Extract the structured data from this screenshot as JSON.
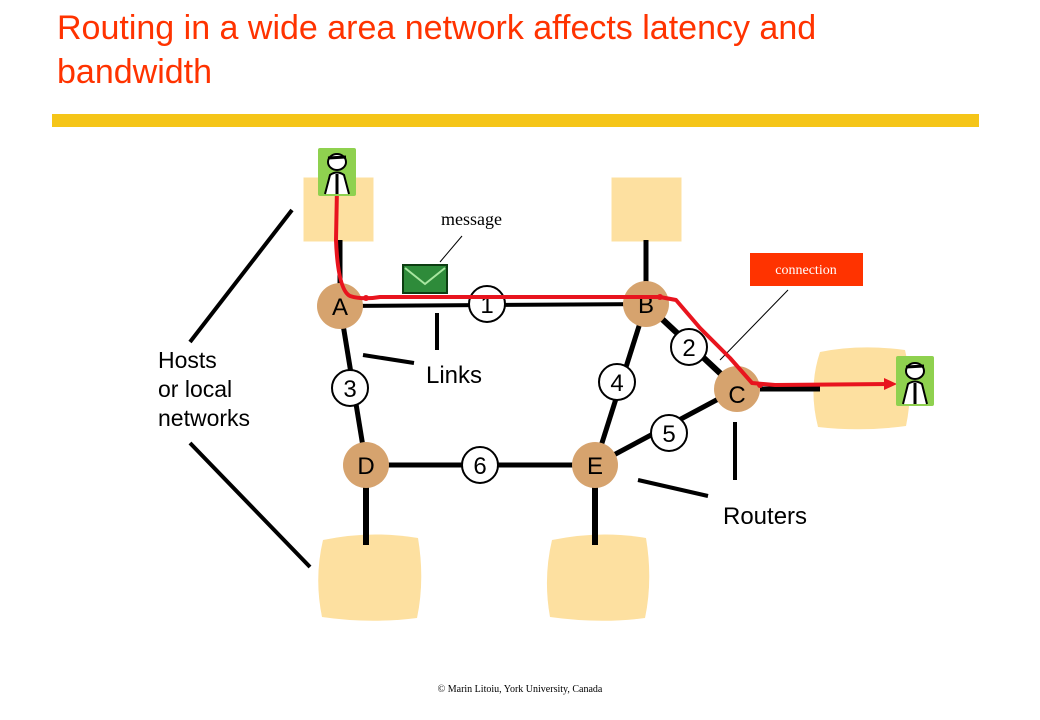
{
  "title": "Routing in a wide area network affects latency and bandwidth",
  "colors": {
    "title": "#ff3300",
    "accent_bar": "#f5c518",
    "router_fill": "#d6a36e",
    "host_fill": "#fde0a0",
    "connection_path": "#e8141e",
    "connection_box": "#ff3300",
    "envelope": "#2e8b3a",
    "avatar_bg": "#8fd14f"
  },
  "routers": [
    {
      "id": "A",
      "label": "A"
    },
    {
      "id": "B",
      "label": "B"
    },
    {
      "id": "C",
      "label": "C"
    },
    {
      "id": "D",
      "label": "D"
    },
    {
      "id": "E",
      "label": "E"
    }
  ],
  "links": [
    {
      "id": "1",
      "label": "1",
      "connects": [
        "A",
        "B"
      ]
    },
    {
      "id": "2",
      "label": "2",
      "connects": [
        "B",
        "C"
      ]
    },
    {
      "id": "3",
      "label": "3",
      "connects": [
        "A",
        "D"
      ]
    },
    {
      "id": "4",
      "label": "4",
      "connects": [
        "B",
        "E"
      ]
    },
    {
      "id": "5",
      "label": "5",
      "connects": [
        "C",
        "E"
      ]
    },
    {
      "id": "6",
      "label": "6",
      "connects": [
        "D",
        "E"
      ]
    }
  ],
  "labels": {
    "hosts": "Hosts\nor local\nnetworks",
    "links": "Links",
    "routers": "Routers",
    "message": "message",
    "connection": "connection"
  },
  "icons": {
    "user": "user-avatar-icon",
    "message": "envelope-icon"
  },
  "copyright": "© Marin Litoiu, York University, Canada"
}
